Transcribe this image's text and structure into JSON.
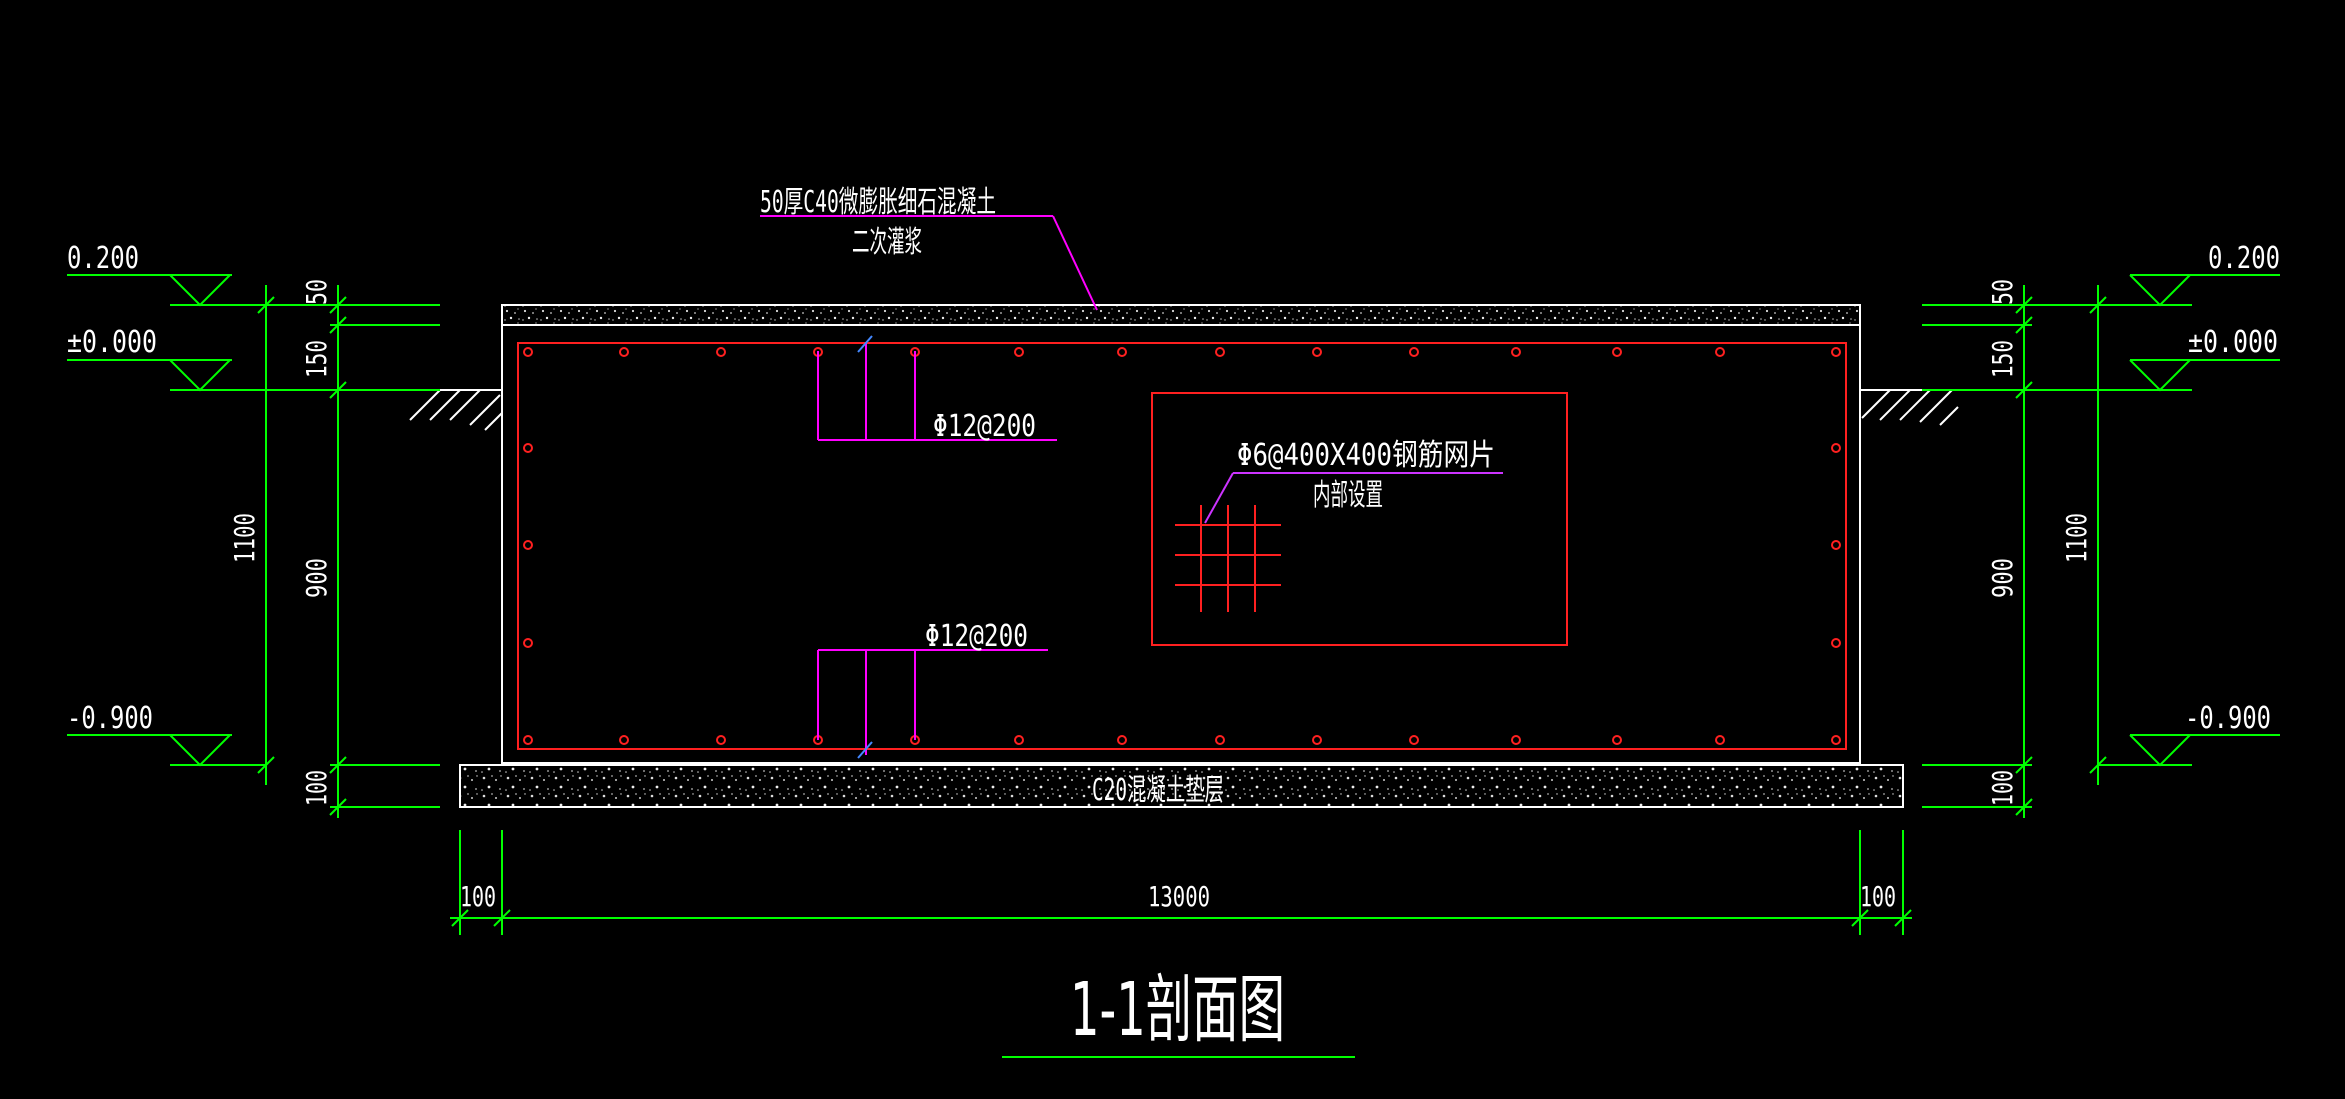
{
  "drawing": {
    "title": "1-1剖面图",
    "annotations": {
      "top_layer_line1": "50厚C40微膨胀细石混凝土",
      "top_layer_line2": "二次灌浆",
      "upper_rebar": "Φ12@200",
      "lower_rebar": "Φ12@200",
      "mesh_line1": "Φ6@400X400钢筋网片",
      "mesh_line2": "内部设置",
      "bedding": "C20混凝土垫层"
    },
    "elevations": {
      "left": [
        "0.200",
        "±0.000",
        "-0.900"
      ],
      "right": [
        "0.200",
        "±0.000",
        "-0.900"
      ]
    },
    "vertical_dims": {
      "left_inner": [
        "50",
        "150",
        "900",
        "100"
      ],
      "left_total": "1100",
      "right_inner": [
        "50",
        "150",
        "900",
        "100"
      ],
      "right_total": "1100"
    },
    "horizontal_dims": {
      "left_offset": "100",
      "main_length": "13000",
      "right_offset": "100"
    }
  },
  "colors": {
    "background": "#000000",
    "dimension": "#00ff00",
    "rebar": "#ff2020",
    "leader": "#ff00ff",
    "outline": "#ffffff",
    "mesh_leader": "#cc33ff"
  }
}
